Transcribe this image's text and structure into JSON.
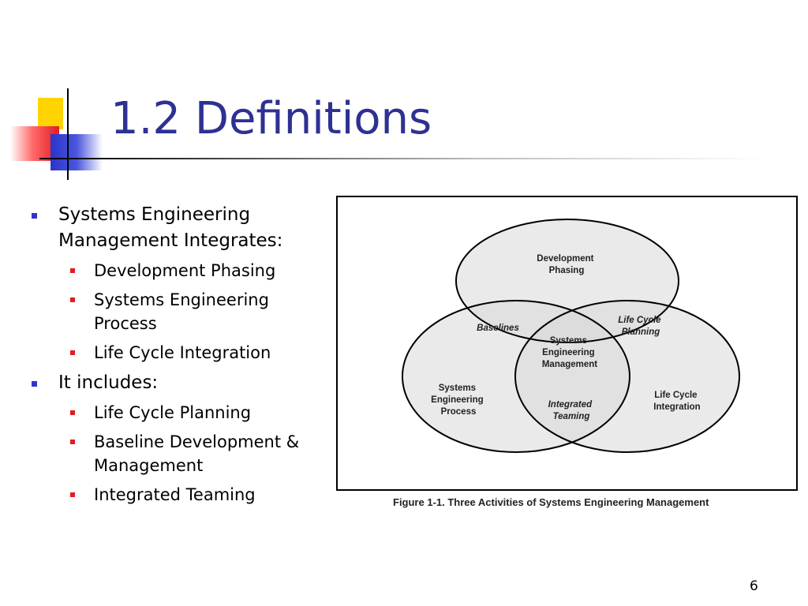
{
  "slide": {
    "title": "1.2 Definitions",
    "page_number": "6"
  },
  "bullets": [
    {
      "text": "Systems Engineering Management Integrates:",
      "sub": [
        "Development Phasing",
        "Systems Engineering Process",
        "Life Cycle Integration"
      ]
    },
    {
      "text": "It includes:",
      "sub": [
        "Life Cycle Planning",
        "Baseline Development & Management",
        "Integrated Teaming"
      ]
    }
  ],
  "figure": {
    "caption": "Figure 1-1. Three Activities of Systems Engineering Management",
    "labels": {
      "development_phasing": [
        "Development",
        "Phasing"
      ],
      "systems_engineering_process": [
        "Systems",
        "Engineering",
        "Process"
      ],
      "life_cycle_integration": [
        "Life Cycle",
        "Integration"
      ],
      "baselines": [
        "Baselines"
      ],
      "life_cycle_planning": [
        "Life Cycle",
        "Planning"
      ],
      "integrated_teaming": [
        "Integrated",
        "Teaming"
      ],
      "systems_engineering_management": [
        "Systems",
        "Engineering",
        "Management"
      ]
    },
    "colors": {
      "circle_fill": "#d9d9d9",
      "circle_stroke": "#000000"
    }
  },
  "colors": {
    "title": "#2e3192",
    "bullet_level1": "#3333cc",
    "bullet_level2": "#e31b23"
  }
}
